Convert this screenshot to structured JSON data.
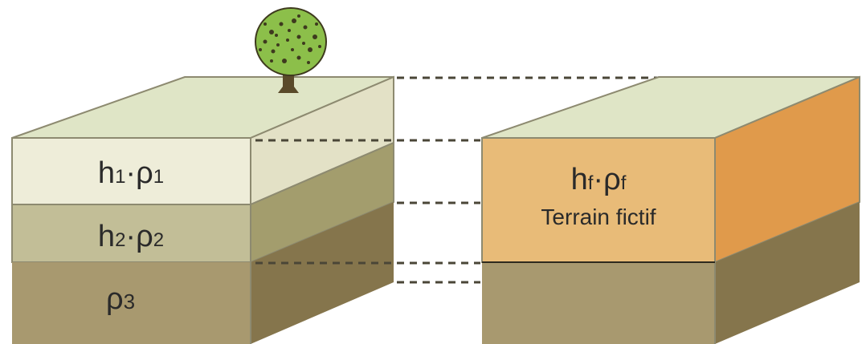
{
  "colors": {
    "top_face": "#dfe5c6",
    "layer1_front": "#eeedd9",
    "layer1_side": "#e3e1c6",
    "layer2_front": "#c2be97",
    "layer2_side": "#a39d6d",
    "layer3_front": "#a8996f",
    "layer3_side": "#85754c",
    "fict_front": "#e8bb78",
    "fict_side": "#e09a4b",
    "fict_bottom_front": "#a8996f",
    "fict_bottom_side": "#85754c",
    "edge": "#8d8a70",
    "dash": "#4a4637",
    "tree_crown": "#8cbf4a",
    "tree_spots": "#3e3a1e",
    "tree_trunk": "#5a4a2a"
  },
  "left_block": {
    "layer1": {
      "h": "h",
      "h_sub": "1",
      "sep": "·",
      "rho": "ρ",
      "rho_sub": "1"
    },
    "layer2": {
      "h": "h",
      "h_sub": "2",
      "sep": "·",
      "rho": "ρ",
      "rho_sub": "2"
    },
    "layer3": {
      "rho": "ρ",
      "rho_sub": "3"
    }
  },
  "right_block": {
    "fictitious": {
      "h": "h",
      "h_sub": "f",
      "sep": "·",
      "rho": "ρ",
      "rho_sub": "f",
      "caption": "Terrain fictif"
    }
  }
}
